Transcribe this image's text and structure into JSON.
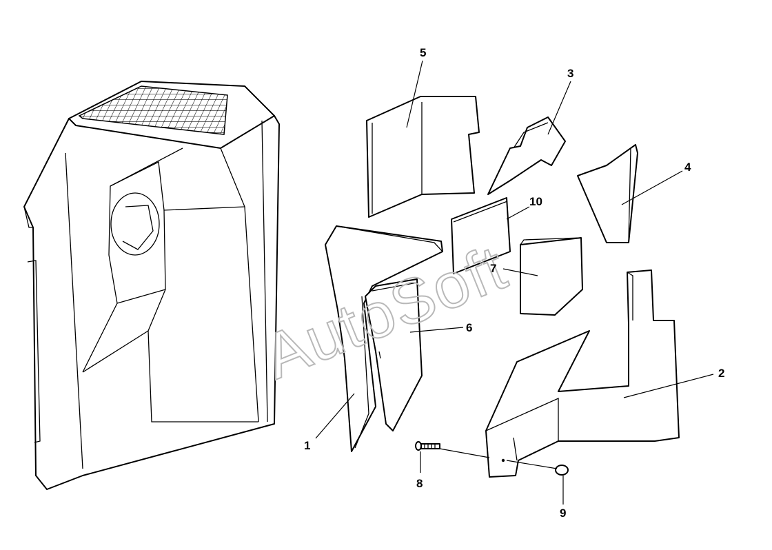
{
  "watermark": "AutoSoft",
  "callouts": {
    "c1": "1",
    "c2": "2",
    "c3": "3",
    "c4": "4",
    "c5": "5",
    "c6": "6",
    "c7": "7",
    "c8": "8",
    "c9": "9",
    "c10": "10"
  },
  "colors": {
    "line": "#000000",
    "watermark": "#b8b8b8",
    "background": "#ffffff"
  }
}
